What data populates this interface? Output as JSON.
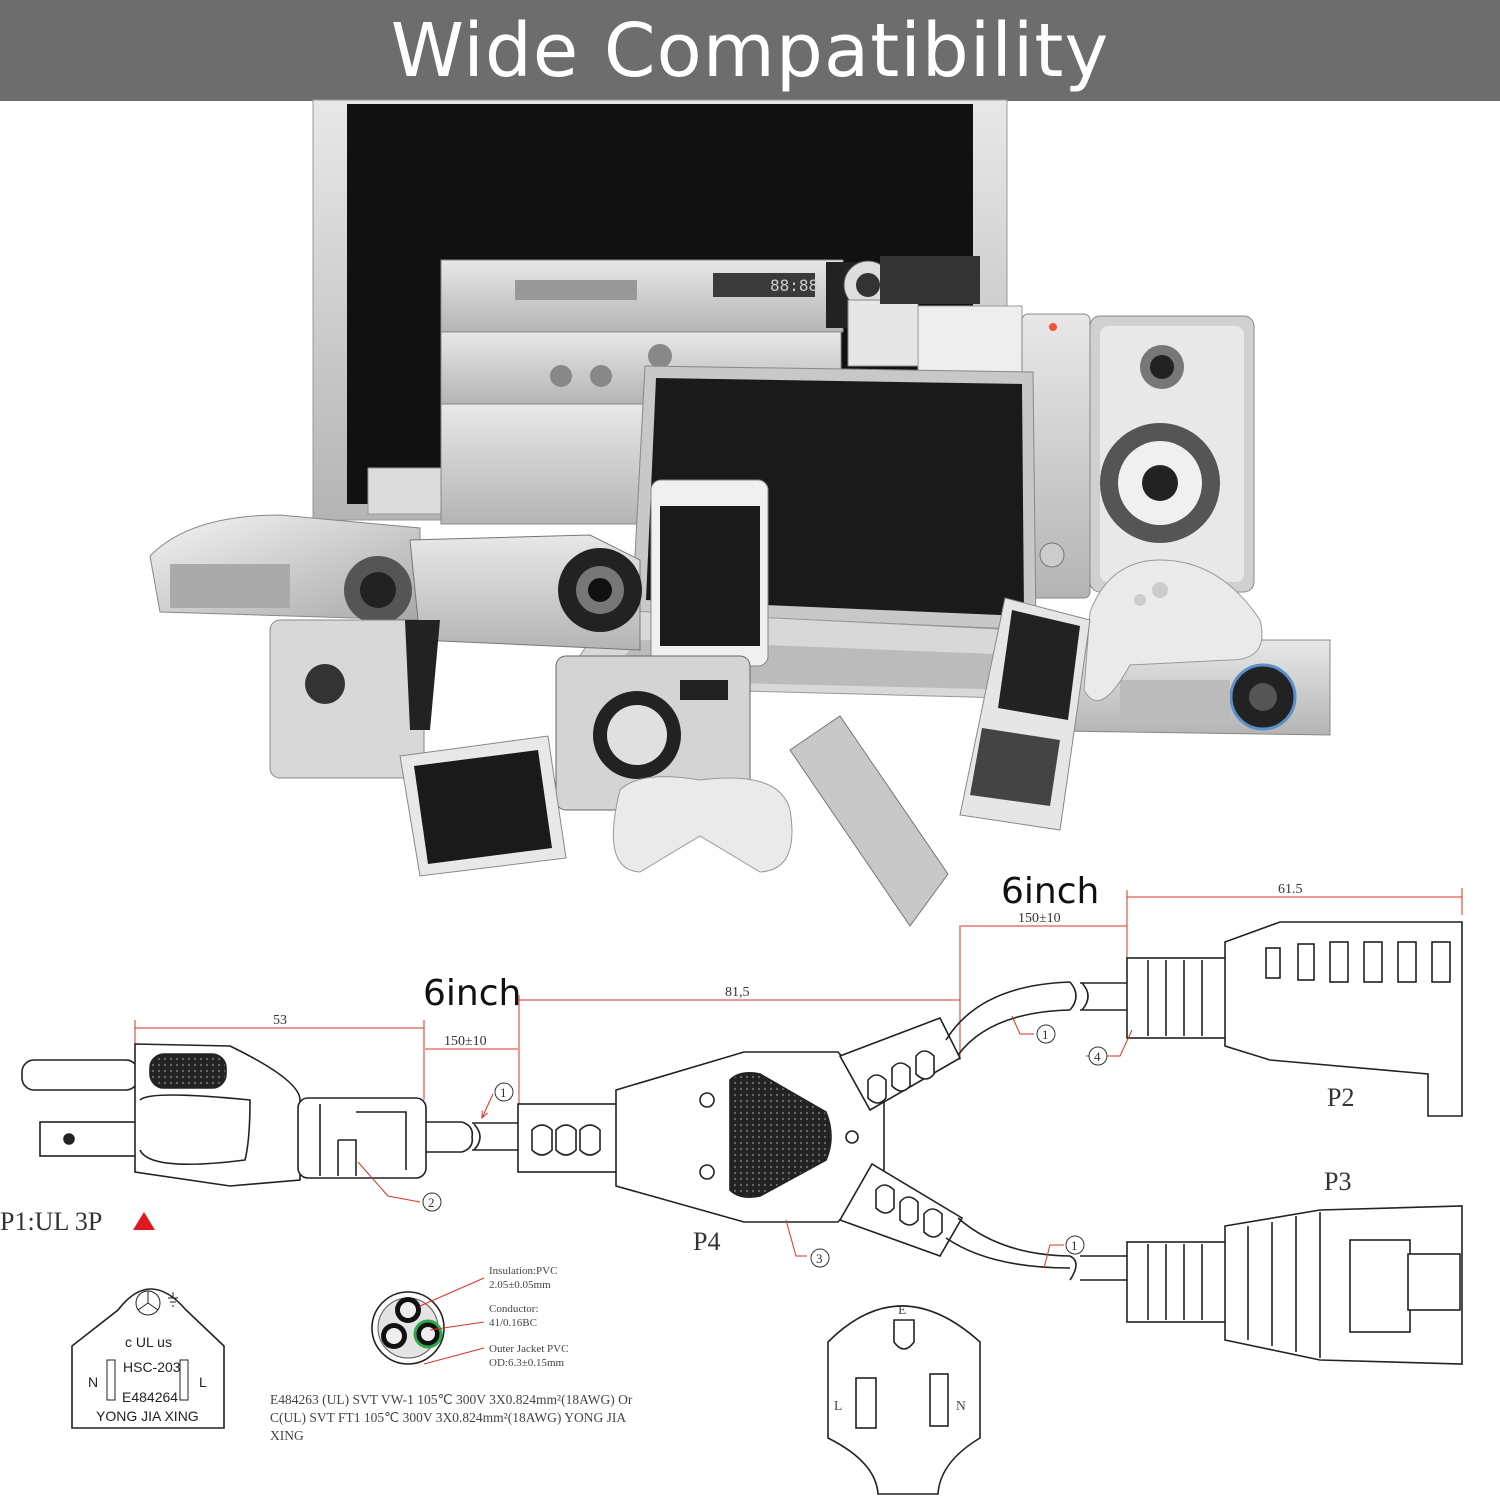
{
  "banner": {
    "title": "Wide Compatibility"
  },
  "dimensions": {
    "plug_len": "53",
    "plug_cord": "150±10",
    "cord_81": "81,5",
    "branch_cord": "150±10",
    "p2_len": "61.5",
    "six_inch_left": "6inch",
    "six_inch_right": "6inch"
  },
  "labels": {
    "p1": "P1:UL 3P",
    "p2": "P2",
    "p3": "P3",
    "p4": "P4",
    "c1": "1",
    "c2": "2",
    "c3": "3",
    "c4": "4",
    "outlet_e": "E",
    "outlet_l": "L",
    "outlet_n": "N"
  },
  "ul_mark": {
    "cert": "c UL us",
    "model": "HSC-203",
    "file": "E484264",
    "maker": "YONG JIA XING",
    "n": "N",
    "l": "L"
  },
  "cable": {
    "insulation": "Insulation:PVC",
    "insulation_val": "2.05±0.05mm",
    "conductor": "Conductor:",
    "conductor_val": "41/0.16BC",
    "jacket": "Outer Jacket PVC",
    "jacket_val": "OD:6.3±0.15mm"
  },
  "spec_lines": [
    "E484263 (UL) SVT VW-1 105℃ 300V 3X0.824mm²(18AWG) Or",
    "C(UL) SVT FT1 105℃ 300V 3X0.824mm²(18AWG) YONG JIA",
    "XING"
  ],
  "colors": {
    "banner": "#6d6d6d",
    "dimension_line": "#d9332b",
    "warning": "#e0191f",
    "conductor_green": "#2ea84a"
  }
}
